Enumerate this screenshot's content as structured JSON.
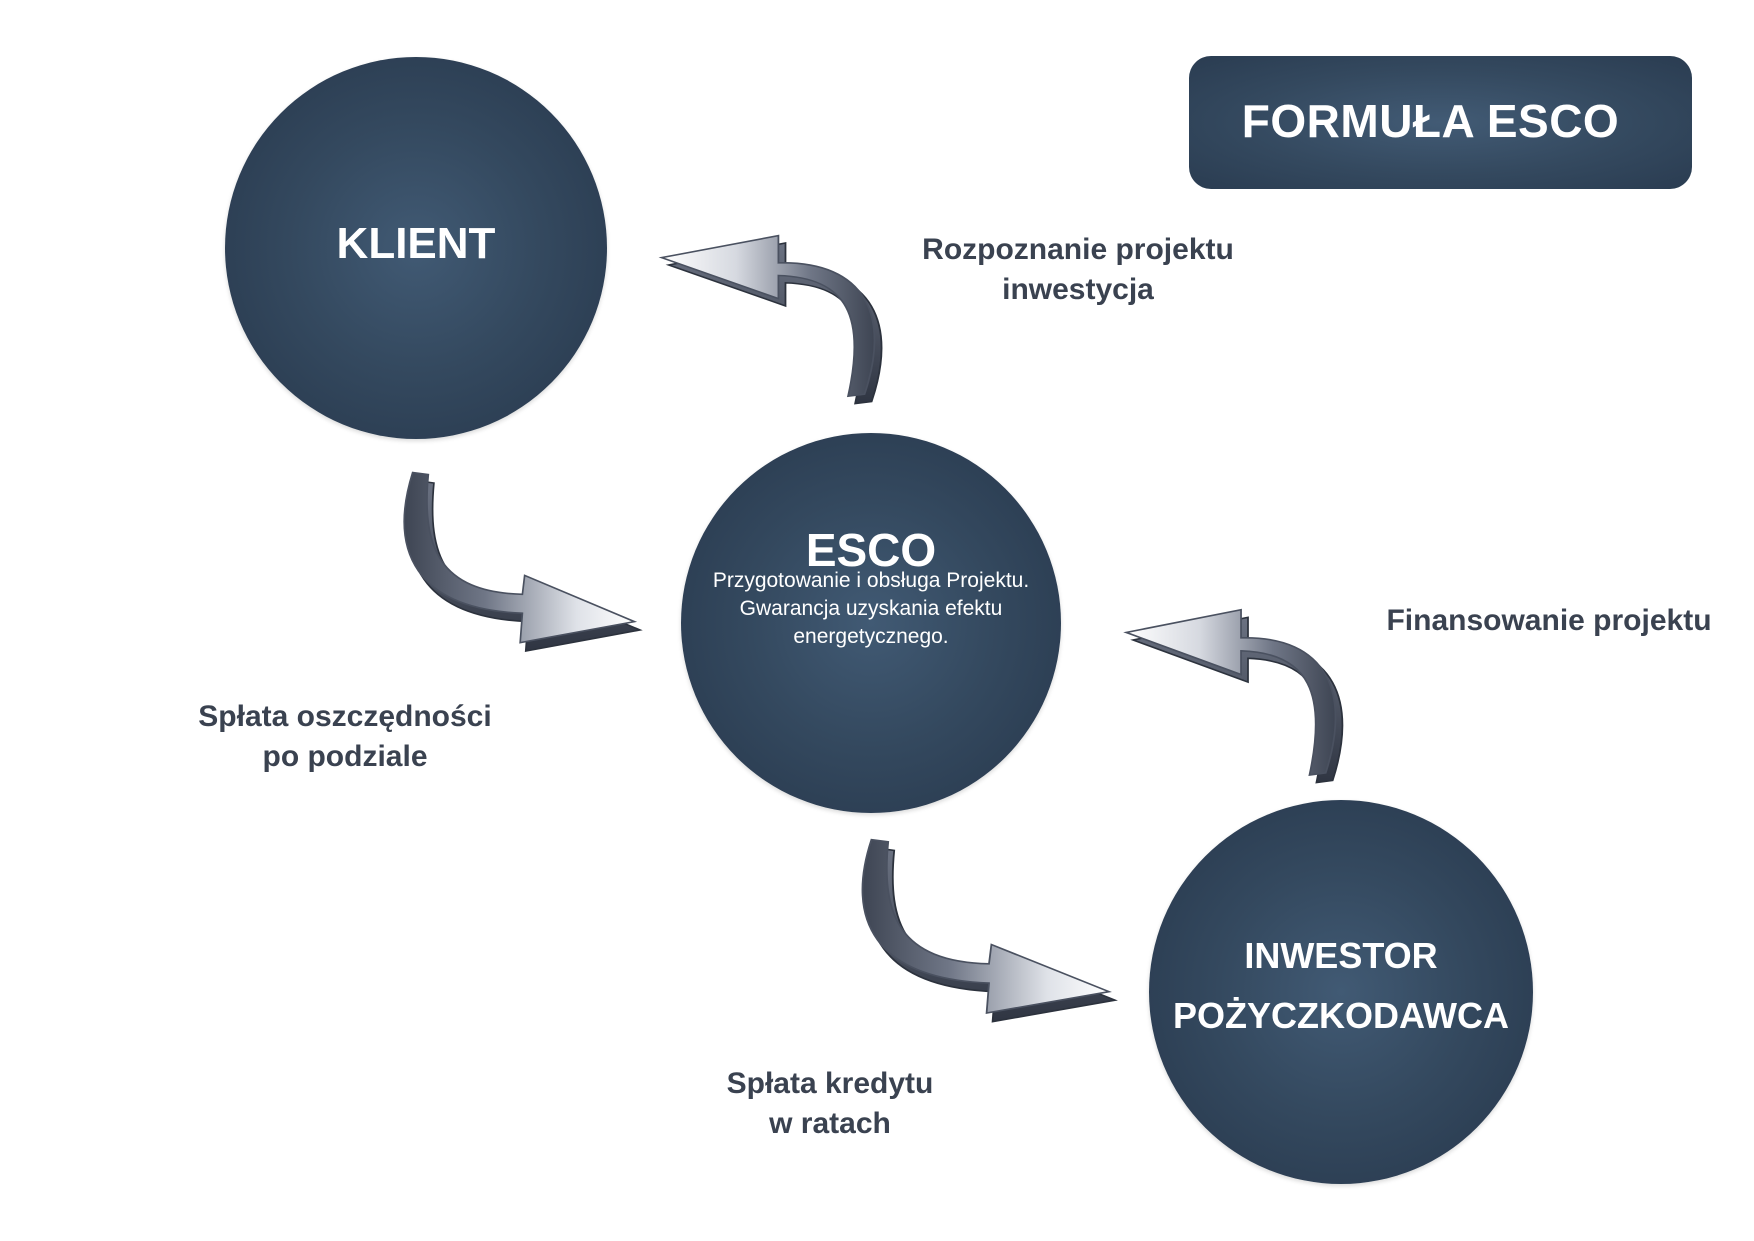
{
  "title": "FORMUŁA ESCO",
  "nodes": {
    "klient": {
      "label": "KLIENT"
    },
    "esco": {
      "label": "ESCO",
      "description": [
        "Przygotowanie i obsługa Projektu.",
        "Gwarancja uzyskania efektu",
        "energetycznego."
      ]
    },
    "inwestor": {
      "label_line1": "INWESTOR",
      "label_line2": "POŻYCZKODAWCA"
    }
  },
  "flows": {
    "rozpoznanie": {
      "line1": "Rozpoznanie projektu",
      "line2": "inwestycja"
    },
    "splata_oszczednosci": {
      "line1": "Spłata oszczędności",
      "line2": "po podziale"
    },
    "finansowanie": {
      "line1": "Finansowanie projektu"
    },
    "splata_kredytu": {
      "line1": "Spłata kredytu",
      "line2": "w ratach"
    }
  },
  "colors": {
    "node_fill": "#34495f",
    "node_text": "#ffffff",
    "label_text": "#3a4250",
    "arrow_light": "#ffffff",
    "arrow_dark": "#3e4553"
  }
}
